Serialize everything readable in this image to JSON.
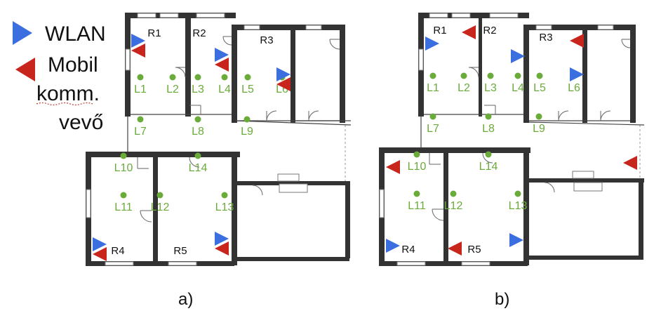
{
  "legend": {
    "wlan_label": "WLAN",
    "mobile_label_line1": "Mobil",
    "mobile_label_line2": "komm.",
    "mobile_label_line3": "vevő",
    "wlan_color": "#3b6fe0",
    "mobile_color": "#c8251c"
  },
  "panels": [
    {
      "id": "a",
      "caption": "a)",
      "rooms": [
        "R1",
        "R2",
        "R3",
        "R4",
        "R5"
      ],
      "locations": [
        "L1",
        "L2",
        "L3",
        "L4",
        "L5",
        "L6",
        "L7",
        "L8",
        "L9",
        "L10",
        "L11",
        "L12",
        "L13",
        "L14"
      ]
    },
    {
      "id": "b",
      "caption": "b)",
      "rooms": [
        "R1",
        "R2",
        "R3",
        "R4",
        "R5"
      ],
      "locations": [
        "L1",
        "L2",
        "L3",
        "L4",
        "L5",
        "L6",
        "L7",
        "L8",
        "L9",
        "L10",
        "L11",
        "L12",
        "L13",
        "L14"
      ]
    }
  ],
  "location_color": "#6aab3a"
}
